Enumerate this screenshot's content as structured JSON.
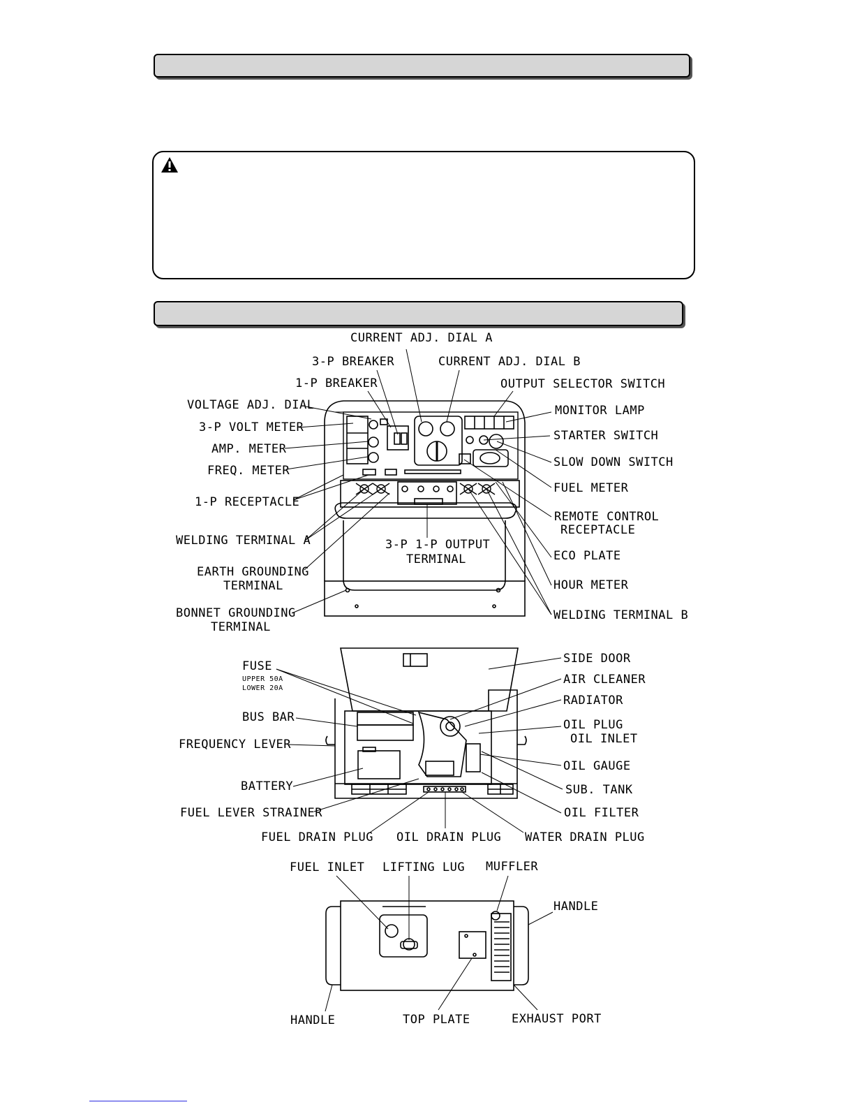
{
  "header_bar_1": "",
  "header_bar_2": "",
  "warning": {
    "icon": "warning-triangle-icon"
  },
  "panel_labels": {
    "current_adj_dial_a": "CURRENT ADJ. DIAL A",
    "three_p_breaker": "3-P BREAKER",
    "current_adj_dial_b": "CURRENT ADJ. DIAL B",
    "one_p_breaker": "1-P BREAKER",
    "output_selector_switch": "OUTPUT SELECTOR SWITCH",
    "voltage_adj_dial": "VOLTAGE ADJ. DIAL",
    "monitor_lamp": "MONITOR LAMP",
    "three_p_volt_meter": "3-P VOLT METER",
    "starter_switch": "STARTER SWITCH",
    "amp_meter": "AMP. METER",
    "slow_down_switch": "SLOW DOWN SWITCH",
    "freq_meter": "FREQ. METER",
    "fuel_meter": "FUEL METER",
    "one_p_receptacle": "1-P RECEPTACLE",
    "remote_control_receptacle_1": "REMOTE CONTROL",
    "remote_control_receptacle_2": "RECEPTACLE",
    "welding_terminal_a": "WELDING TERMINAL A",
    "output_terminal_1": "3-P 1-P OUTPUT",
    "output_terminal_2": "TERMINAL",
    "eco_plate": "ECO PLATE",
    "earth_grounding_1": "EARTH GROUNDING",
    "earth_grounding_2": "TERMINAL",
    "hour_meter": "HOUR METER",
    "bonnet_grounding_1": "BONNET GROUNDING",
    "bonnet_grounding_2": "TERMINAL",
    "welding_terminal_b": "WELDING TERMINAL B"
  },
  "side_labels": {
    "fuse": "FUSE",
    "fuse_upper": "UPPER 50A",
    "fuse_lower": "LOWER 20A",
    "side_door": "SIDE DOOR",
    "air_cleaner": "AIR CLEANER",
    "radiator": "RADIATOR",
    "bus_bar": "BUS BAR",
    "oil_plug": "OIL PLUG",
    "oil_inlet": "OIL INLET",
    "frequency_lever": "FREQUENCY LEVER",
    "oil_gauge": "OIL GAUGE",
    "battery": "BATTERY",
    "sub_tank": "SUB. TANK",
    "fuel_lever_strainer": "FUEL LEVER STRAINER",
    "oil_filter": "OIL FILTER",
    "fuel_drain_plug": "FUEL DRAIN PLUG",
    "oil_drain_plug": "OIL DRAIN PLUG",
    "water_drain_plug": "WATER DRAIN PLUG"
  },
  "top_labels": {
    "fuel_inlet": "FUEL INLET",
    "lifting_lug": "LIFTING LUG",
    "muffler": "MUFFLER",
    "handle_right": "HANDLE",
    "handle_left": "HANDLE",
    "top_plate": "TOP PLATE",
    "exhaust_port": "EXHAUST PORT"
  }
}
